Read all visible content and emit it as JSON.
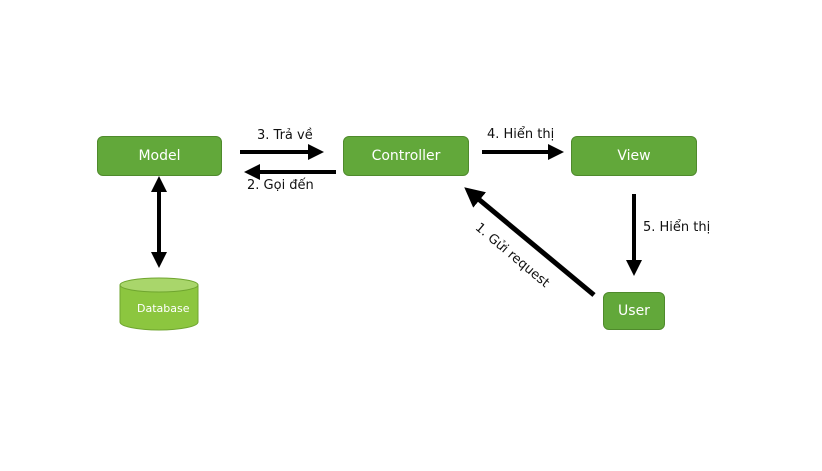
{
  "diagram": {
    "title": "MVC flow",
    "nodes": {
      "model": "Model",
      "controller": "Controller",
      "view": "View",
      "user": "User",
      "database": "Database"
    },
    "edges": {
      "return": "3. Trả về",
      "call": "2. Gọi đến",
      "display_view": "4. Hiển thị",
      "display_user": "5. Hiển thị",
      "request": "1. Gửi request"
    },
    "colors": {
      "node_fill": "#62a83a",
      "database_fill": "#8cc63f",
      "arrow": "#000000"
    }
  }
}
